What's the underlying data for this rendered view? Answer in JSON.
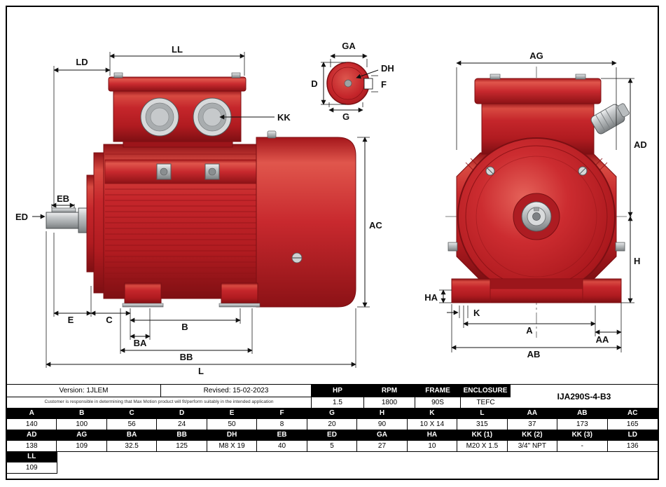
{
  "drawing": {
    "labels": {
      "ll": "LL",
      "ld": "LD",
      "kk": "KK",
      "ac": "AC",
      "ed": "ED",
      "eb": "EB",
      "e": "E",
      "c": "C",
      "b": "B",
      "ba": "BA",
      "bb": "BB",
      "l": "L",
      "ga": "GA",
      "dh": "DH",
      "f": "F",
      "d": "D",
      "g": "G",
      "ag": "AG",
      "ad": "AD",
      "h": "H",
      "ha": "HA",
      "k": "K",
      "a": "A",
      "aa": "AA",
      "ab": "AB"
    },
    "colors": {
      "motor_red": "#c4252a",
      "motor_red_dark": "#7c0f13",
      "metal_gray": "#c6c9cb",
      "line_black": "#111111"
    }
  },
  "table": {
    "version_label": "Version: 1JLEM",
    "revised_label": "Revised: 15-02-2023",
    "disclaimer": "Customer is responsible in determining that Max Motion product will fit/perform suitably in the intended application",
    "model": "IJA290S-4-B3",
    "specs": {
      "headers": [
        "HP",
        "RPM",
        "FRAME",
        "ENCLOSURE"
      ],
      "values": [
        "1.5",
        "1800",
        "90S",
        "TEFC"
      ]
    },
    "dims_row1": {
      "headers": [
        "A",
        "B",
        "C",
        "D",
        "E",
        "F",
        "G",
        "H",
        "K",
        "L",
        "AA",
        "AB",
        "AC"
      ],
      "values": [
        "140",
        "100",
        "56",
        "24",
        "50",
        "8",
        "20",
        "90",
        "10 X 14",
        "315",
        "37",
        "173",
        "165"
      ]
    },
    "dims_row2": {
      "headers": [
        "AD",
        "AG",
        "BA",
        "BB",
        "DH",
        "EB",
        "ED",
        "GA",
        "HA",
        "KK (1)",
        "KK (2)",
        "KK (3)",
        "LD"
      ],
      "values": [
        "138",
        "109",
        "32.5",
        "125",
        "M8 X 19",
        "40",
        "5",
        "27",
        "10",
        "M20 X 1.5",
        "3/4\" NPT",
        "-",
        "136"
      ]
    },
    "dims_row3": {
      "headers": [
        "LL"
      ],
      "values": [
        "109"
      ]
    }
  }
}
